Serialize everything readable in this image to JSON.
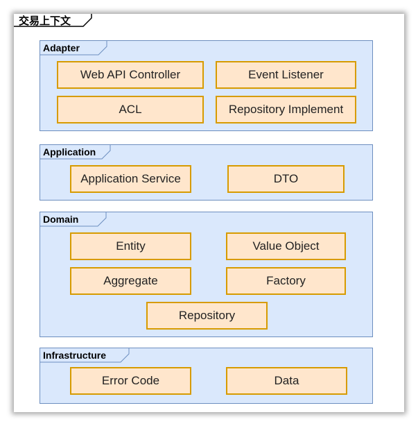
{
  "context": {
    "title": "交易上下文"
  },
  "packages": {
    "adapter": {
      "label": "Adapter",
      "components": [
        "Web API Controller",
        "Event Listener",
        "ACL",
        "Repository Implement"
      ]
    },
    "application": {
      "label": "Application",
      "components": [
        "Application Service",
        "DTO"
      ]
    },
    "domain": {
      "label": "Domain",
      "components": [
        "Entity",
        "Value Object",
        "Aggregate",
        "Factory",
        "Repository"
      ]
    },
    "infrastructure": {
      "label": "Infrastructure",
      "components": [
        "Error Code",
        "Data"
      ]
    }
  },
  "colors": {
    "package_fill": "#dae8fc",
    "package_border": "#6c8ebf",
    "component_fill": "#ffe6cc",
    "component_border": "#d79b00"
  }
}
